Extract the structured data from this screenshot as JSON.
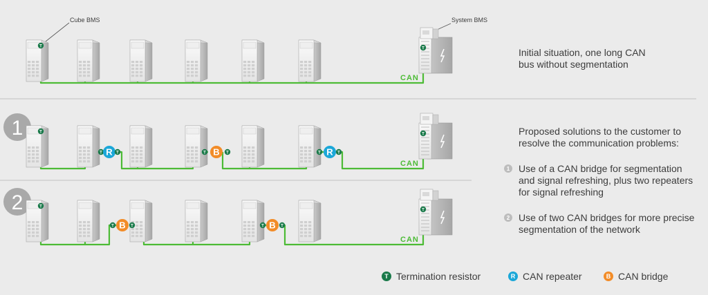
{
  "labels": {
    "cube_bms": "Cube BMS",
    "system_bms": "System BMS"
  },
  "scenarios": [
    {
      "badge": "",
      "can_label": "CAN",
      "description": "Initial situation, one long CAN bus without segmentation"
    },
    {
      "badge": "1",
      "can_label": "CAN"
    },
    {
      "badge": "2",
      "can_label": "CAN"
    }
  ],
  "proposal": {
    "heading": "Proposed solutions to the customer to resolve the communication problems:",
    "items": [
      {
        "marker": "1",
        "text": "Use of a CAN bridge for segmentation and signal refreshing, plus two repeaters for signal refreshing"
      },
      {
        "marker": "2",
        "text": "Use of two CAN bridges for more precise segmentation of the network"
      }
    ]
  },
  "symbols": {
    "termination": "T",
    "repeater": "R",
    "bridge": "B"
  },
  "legend": [
    {
      "symbol": "T",
      "label": "Termination resistor",
      "color": "#1a7a4a"
    },
    {
      "symbol": "R",
      "label": "CAN repeater",
      "color": "#1ba7d8"
    },
    {
      "symbol": "B",
      "label": "CAN bridge",
      "color": "#f28c28"
    }
  ],
  "colors": {
    "bus": "#4cbb35",
    "termination": "#1a7a4a",
    "repeater": "#1ba7d8",
    "bridge": "#f28c28"
  }
}
